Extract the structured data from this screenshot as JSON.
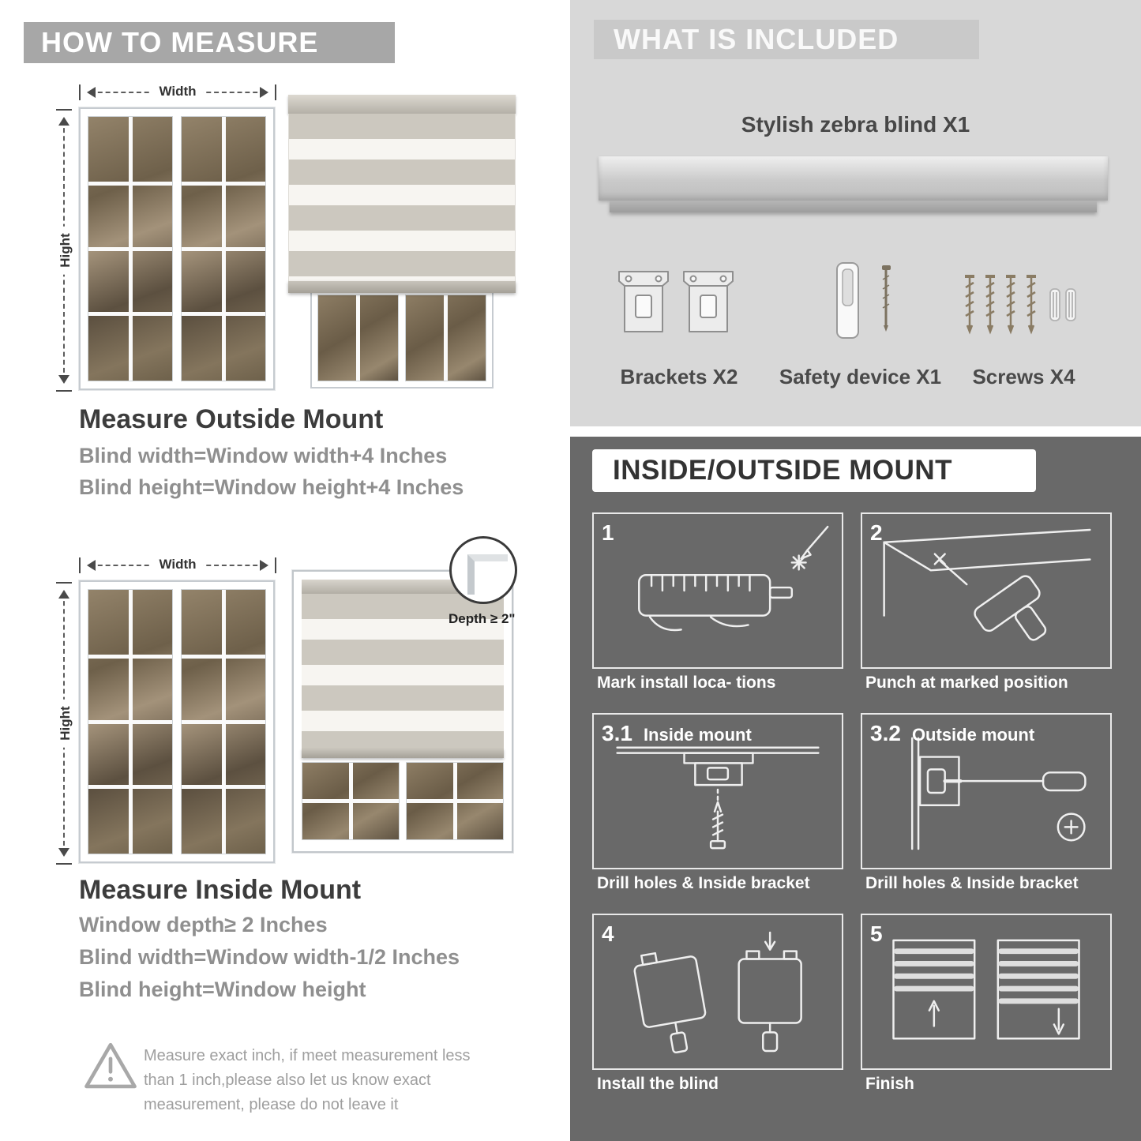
{
  "colors": {
    "header_gray": "#a7a7a7",
    "light_section": "#d8d8d8",
    "dark_section": "#696969",
    "text_dark": "#3c3c3c",
    "text_gray": "#8f8f8f",
    "stripe_solid": "#ccc8bf",
    "stripe_sheer": "#f7f5f1"
  },
  "left": {
    "header": "HOW TO MEASURE",
    "window_labels": {
      "width": "Width",
      "height": "Hight"
    },
    "outside": {
      "title": "Measure Outside Mount",
      "line1": "Blind width=Window width+4 Inches",
      "line2": "Blind height=Window height+4 Inches"
    },
    "inside": {
      "depth_label": "Depth ≥ 2\"",
      "title": "Measure Inside Mount",
      "line1": "Window depth≥ 2 Inches",
      "line2": "Blind width=Window width-1/2 Inches",
      "line3": "Blind height=Window height"
    },
    "warning_text": "Measure exact inch, if meet measurement less than 1 inch,please also let us know exact measurement, please do not leave it"
  },
  "included": {
    "header": "WHAT IS INCLUDED",
    "blind_title": "Stylish zebra blind X1",
    "items": [
      {
        "icon": "bracket-icon",
        "label": "Brackets X2"
      },
      {
        "icon": "safety-device-icon",
        "label": "Safety device X1"
      },
      {
        "icon": "screws-icon",
        "label": "Screws X4"
      }
    ]
  },
  "mount": {
    "header": "INSIDE/OUTSIDE MOUNT",
    "steps": [
      {
        "number": "1",
        "title": "",
        "caption": "Mark install loca- tions"
      },
      {
        "number": "2",
        "title": "",
        "caption": "Punch at  marked position"
      },
      {
        "number": "3.1",
        "title": "Inside mount",
        "caption": "Drill holes &  Inside bracket"
      },
      {
        "number": "3.2",
        "title": "Outside mount",
        "caption": "Drill holes &  Inside bracket"
      },
      {
        "number": "4",
        "title": "",
        "caption": "Install the blind"
      },
      {
        "number": "5",
        "title": "",
        "caption": "Finish"
      }
    ]
  }
}
